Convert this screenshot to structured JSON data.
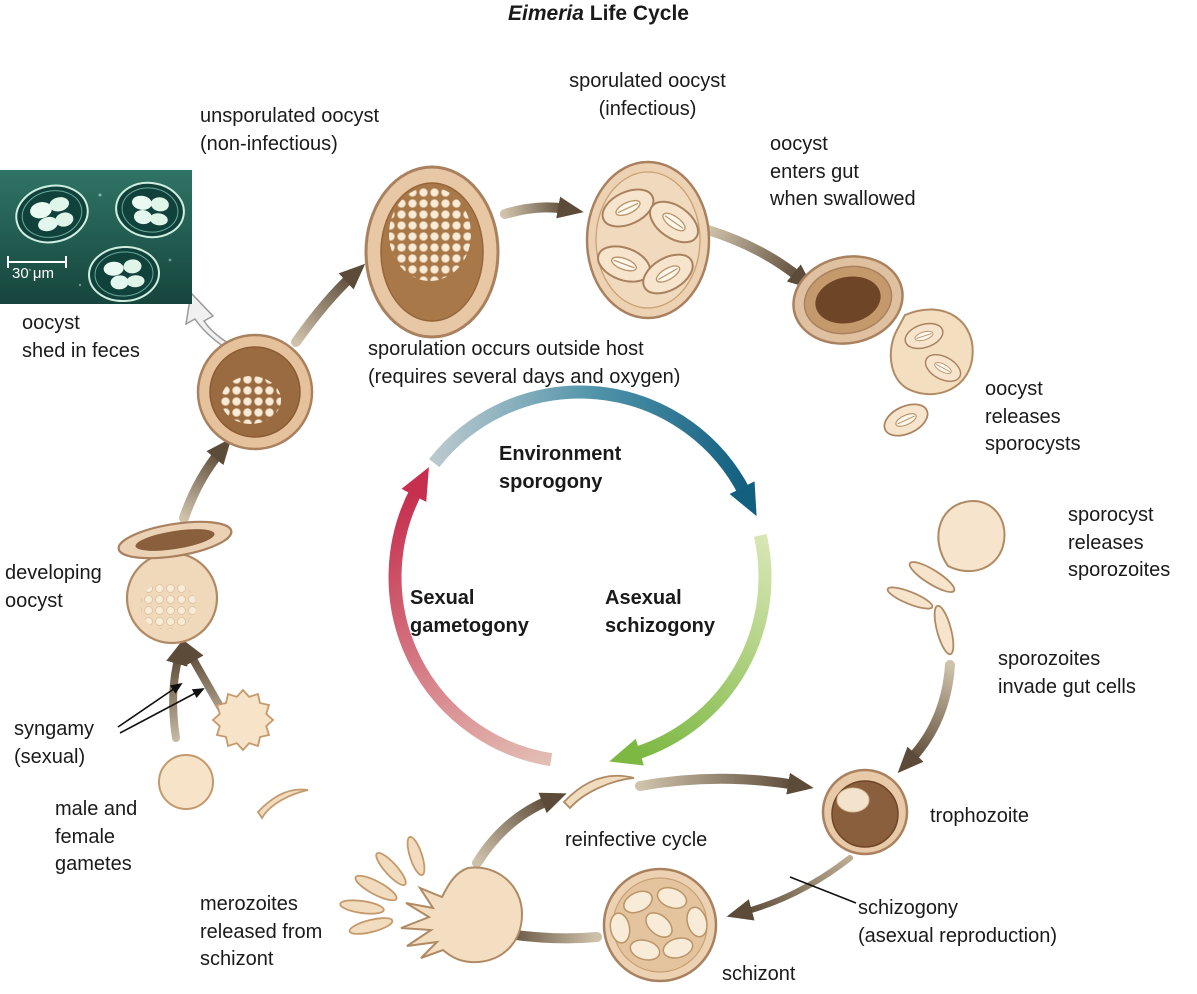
{
  "title": {
    "italic": "Eimeria",
    "rest": " Life Cycle"
  },
  "cycle_labels": {
    "environment": "Environment\nsporogony",
    "sexual": "Sexual\ngametogony",
    "asexual": "Asexual\nschizogony"
  },
  "stage_labels": {
    "unsporulated_oocyst": "unsporulated oocyst\n(non-infectious)",
    "sporulated_oocyst": "sporulated oocyst\n(infectious)",
    "oocyst_enters_gut": "oocyst\nenters gut\nwhen swallowed",
    "oocyst_releases_sporocysts": "oocyst\nreleases\nsporocysts",
    "sporocyst_releases_sporozoites": "sporocyst\nreleases\nsporozoites",
    "sporozoites_invade": "sporozoites\ninvade gut cells",
    "trophozoite": "trophozoite",
    "schizogony": "schizogony\n(asexual reproduction)",
    "schizont": "schizont",
    "merozoites_released": "merozoites\nreleased from\nschizont",
    "reinfective_cycle": "reinfective cycle",
    "gametes": "male and\nfemale\ngametes",
    "syngamy": "syngamy\n(sexual)",
    "developing_oocyst": "developing\noocyst",
    "oocyst_shed": "oocyst\nshed in feces",
    "sporulation_note": "sporulation occurs outside host\n(requires several days and oxygen)"
  },
  "micrograph": {
    "scale_label": "30 μm"
  },
  "colors": {
    "background": "#ffffff",
    "text": "#1a1a1a",
    "cell-fill": "#ecd2b2",
    "cell-fill-light": "#f8ecd9",
    "cell-stroke": "#a9815f",
    "cell-interior-brown": "#9a6b40",
    "arrow-brown": "#5c4b38",
    "arc-blue": "#135f80",
    "arc-green": "#7cb842",
    "arc-red": "#c62f4e",
    "micrograph-teal": "#1d5a50"
  }
}
